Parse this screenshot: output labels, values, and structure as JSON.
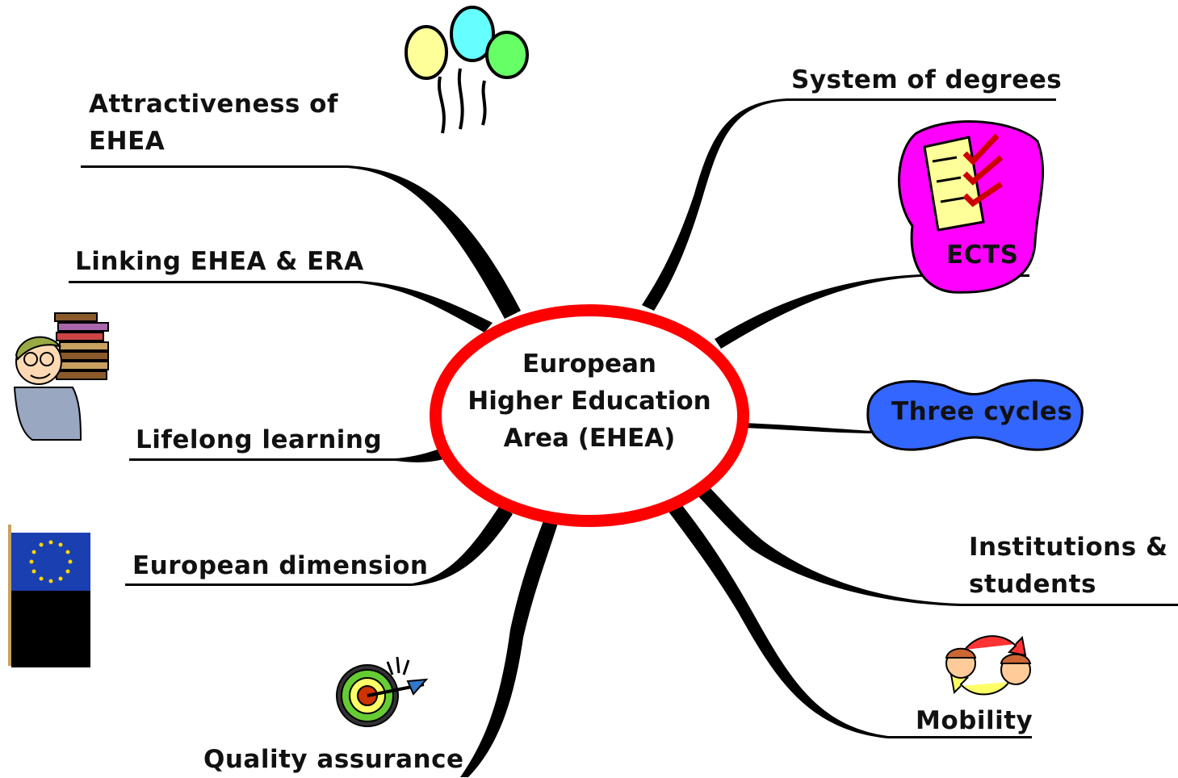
{
  "center": {
    "lines": [
      "European",
      "Higher Education",
      "Area (EHEA)"
    ],
    "ring_color": "#ff0000"
  },
  "branches": {
    "attractiveness": {
      "line1": "Attractiveness of",
      "line2": "EHEA",
      "icon": "balloons-icon"
    },
    "linking": {
      "label": "Linking EHEA & ERA"
    },
    "lifelong": {
      "label": "Lifelong learning",
      "icon": "student-with-books-icon"
    },
    "european_dimension": {
      "label": "European dimension",
      "icon": "eu-flag-icon"
    },
    "quality": {
      "label": "Quality assurance",
      "icon": "dartboard-icon"
    },
    "system_of_degrees": {
      "label": "System of degrees"
    },
    "ects": {
      "label": "ECTS",
      "icon": "checklist-icon",
      "blob_color": "#ff00ff"
    },
    "three_cycles": {
      "label": "Three cycles",
      "blob_color": "#3366ff"
    },
    "institutions": {
      "line1": "Institutions &",
      "line2": "students"
    },
    "mobility": {
      "label": "Mobility",
      "icon": "exchange-people-icon"
    }
  }
}
